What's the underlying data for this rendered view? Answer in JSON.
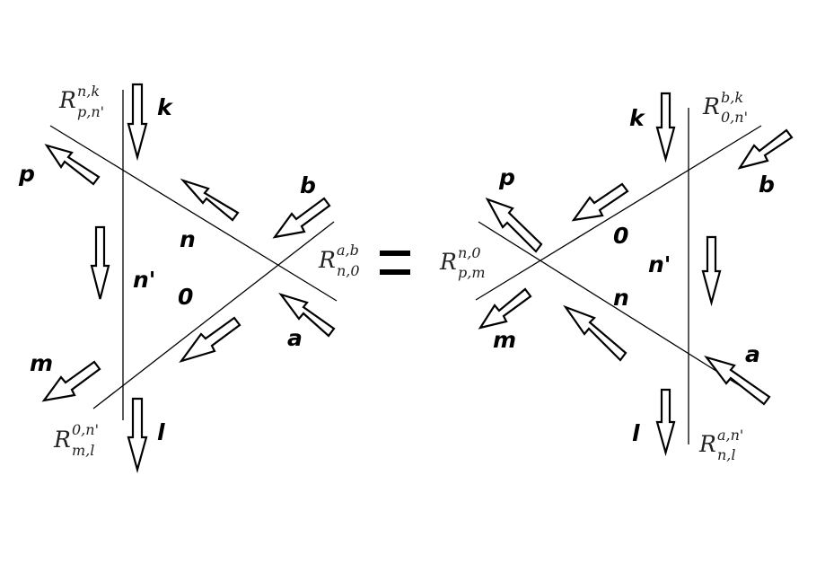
{
  "left_diagram": {
    "labels": {
      "k": "k",
      "p": "p",
      "b": "b",
      "n": "n",
      "n_prime": "n'",
      "zero": "0",
      "m": "m",
      "a": "a",
      "l": "l"
    },
    "r_top": {
      "symbol": "R",
      "sup": "n,k",
      "sub": "p,n'"
    },
    "r_bottom": {
      "symbol": "R",
      "sup": "0,n'",
      "sub": "m,l"
    },
    "r_right": {
      "symbol": "R",
      "sup": "a,b",
      "sub": "n,0"
    }
  },
  "equals": "=",
  "right_diagram": {
    "labels": {
      "k": "k",
      "p": "p",
      "b": "b",
      "zero": "0",
      "n_prime": "n'",
      "n": "n",
      "m": "m",
      "a": "a",
      "l": "l"
    },
    "r_left": {
      "symbol": "R",
      "sup": "n,0",
      "sub": "p,m"
    },
    "r_top": {
      "symbol": "R",
      "sup": "b,k",
      "sub": "0,n'"
    },
    "r_bottom": {
      "symbol": "R",
      "sup": "a,n'",
      "sub": "n,l"
    }
  }
}
